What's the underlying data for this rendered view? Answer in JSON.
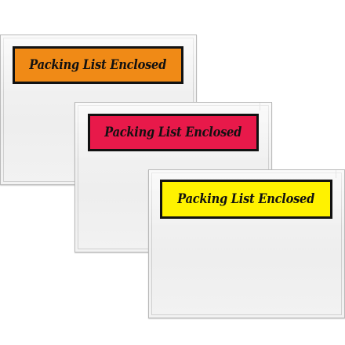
{
  "envelopes": [
    {
      "id": "orange",
      "label_text": "Packing List Enclosed",
      "label_color": "#f08a16"
    },
    {
      "id": "red",
      "label_text": "Packing List Enclosed",
      "label_color": "#e8194a"
    },
    {
      "id": "yellow",
      "label_text": "Packing List Enclosed",
      "label_color": "#fff200"
    }
  ],
  "colors": {
    "label_border": "#111111",
    "label_text": "#111111",
    "envelope_edge": "#b9b9b9"
  }
}
